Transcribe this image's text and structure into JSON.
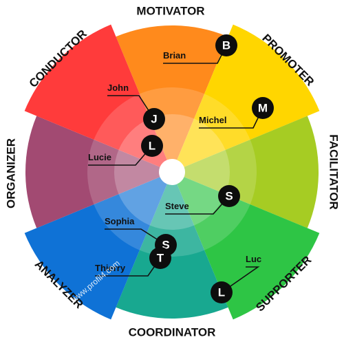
{
  "roles": [
    {
      "label": "MOTIVATOR",
      "color": "#ff8a1c"
    },
    {
      "label": "PROMOTER",
      "color": "#ffd600"
    },
    {
      "label": "FACILITATOR",
      "color": "#a6cc23"
    },
    {
      "label": "SUPPORTER",
      "color": "#2ec545"
    },
    {
      "label": "COORDINATOR",
      "color": "#18a890"
    },
    {
      "label": "ANALYZER",
      "color": "#0f72d6"
    },
    {
      "label": "ORGANIZER",
      "color": "#a24a72"
    },
    {
      "label": "CONDUCTOR",
      "color": "#ff3b3b"
    }
  ],
  "people": [
    {
      "name": "Brian",
      "initial": "B"
    },
    {
      "name": "John",
      "initial": "J"
    },
    {
      "name": "Michel",
      "initial": "M"
    },
    {
      "name": "Lucie",
      "initial": "L"
    },
    {
      "name": "Steve",
      "initial": "S"
    },
    {
      "name": "Sophia",
      "initial": "S"
    },
    {
      "name": "Thierry",
      "initial": "T"
    },
    {
      "name": "Luc",
      "initial": "L"
    }
  ],
  "watermark": "www.profil4.com"
}
